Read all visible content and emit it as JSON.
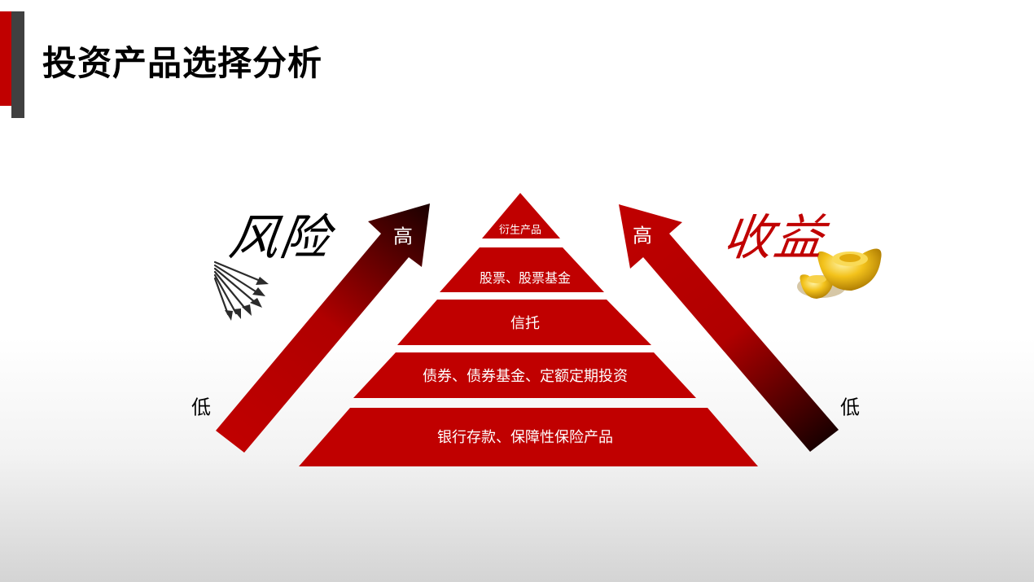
{
  "title": "投资产品选择分析",
  "colors": {
    "accent": "#c00000",
    "dark": "#404040"
  },
  "pyramid": {
    "tiers": [
      {
        "label": "衍生产品"
      },
      {
        "label": "股票、股票基金"
      },
      {
        "label": "信托"
      },
      {
        "label": "债券、债券基金、定额定期投资"
      },
      {
        "label": "银行存款、保障性保险产品"
      }
    ]
  },
  "risk": {
    "label": "风险",
    "high_label": "高",
    "low_label": "低",
    "icon": "arrows-bundle-icon"
  },
  "return": {
    "label": "收益",
    "high_label": "高",
    "low_label": "低",
    "icon": "gold-ingot-icon"
  }
}
